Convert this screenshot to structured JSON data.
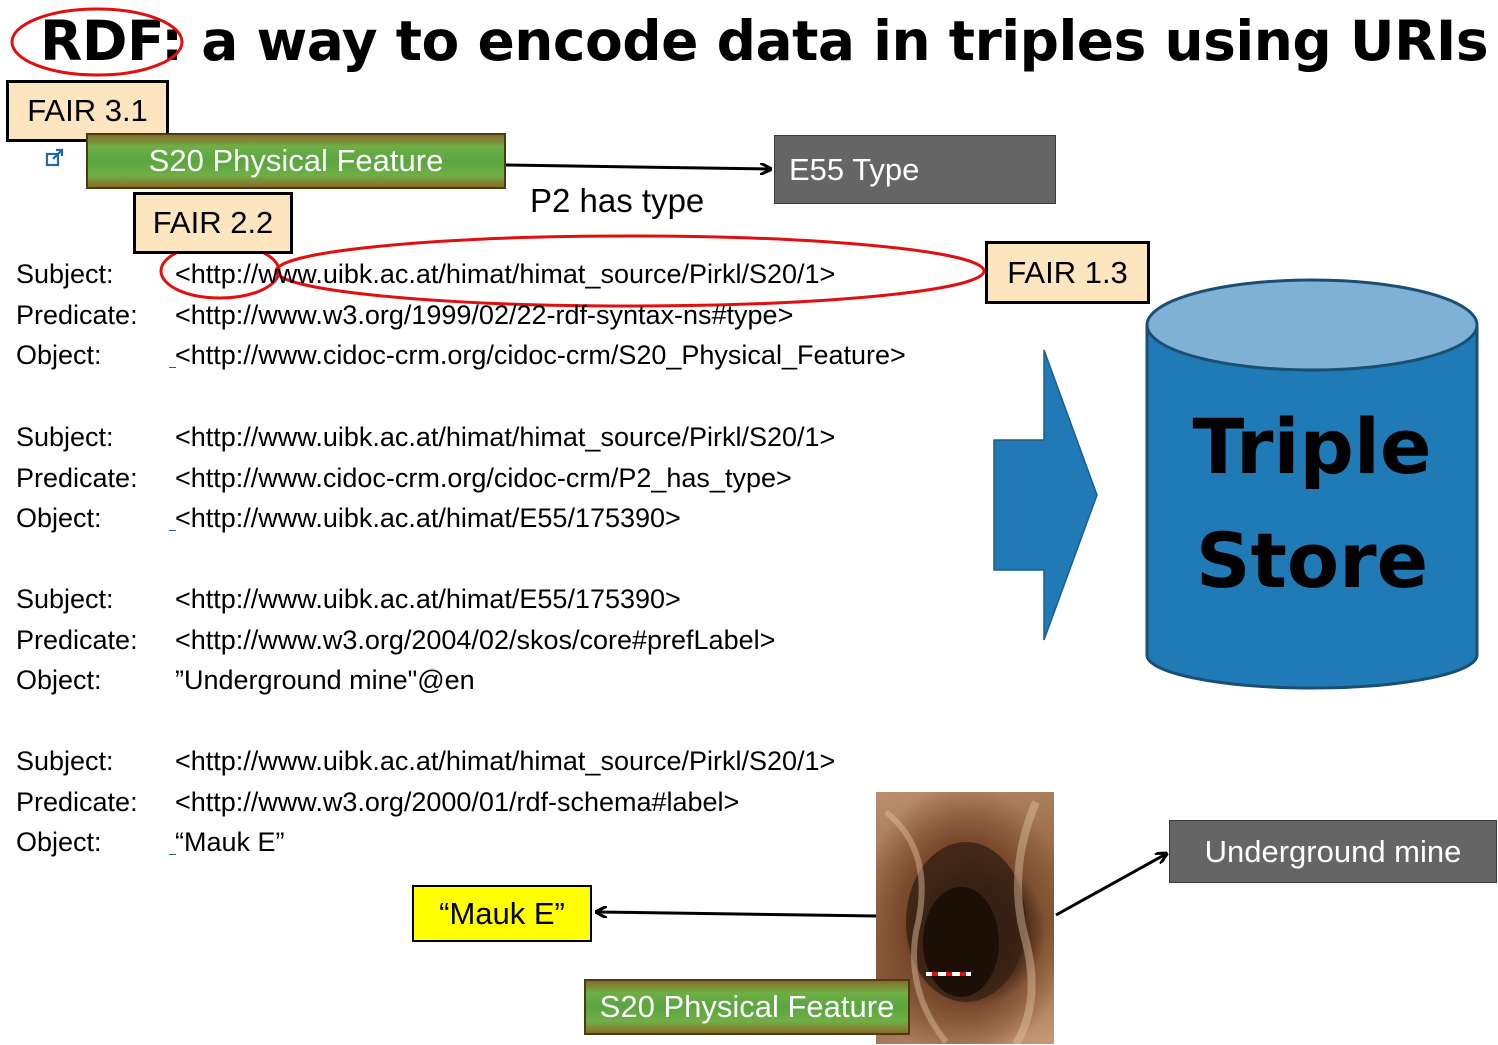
{
  "title": {
    "prefix": "RDF:",
    "rest": " a way to encode data in triples using URIs"
  },
  "fair_labels": {
    "fair_3_1": "FAIR 3.1",
    "fair_2_2": "FAIR 2.2",
    "fair_1_3": "FAIR 1.3"
  },
  "top_diagram": {
    "subject_box": "S20 Physical Feature",
    "object_box": "E55 Type",
    "predicate_label": "P2 has type"
  },
  "triples": [
    {
      "subject_label": "Subject:",
      "subject": "<http://www.uibk.ac.at/himat/himat_source/Pirkl/S20/1>",
      "predicate_label": "Predicate:",
      "predicate": "<http://www.w3.org/1999/02/22-rdf-syntax-ns#type>",
      "object_label": "Object:",
      "object": "<http://www.cidoc-crm.org/cidoc-crm/S20_Physical_Feature>"
    },
    {
      "subject_label": "Subject:",
      "subject": "<http://www.uibk.ac.at/himat/himat_source/Pirkl/S20/1>",
      "predicate_label": "Predicate:",
      "predicate": "<http://www.cidoc-crm.org/cidoc-crm/P2_has_type>",
      "object_label": "Object:",
      "object": "<http://www.uibk.ac.at/himat/E55/175390>"
    },
    {
      "subject_label": "Subject:",
      "subject": "<http://www.uibk.ac.at/himat/E55/175390>",
      "predicate_label": "Predicate:",
      "predicate": "<http://www.w3.org/2004/02/skos/core#prefLabel>",
      "object_label": "Object:",
      "object": "”Underground mine\"@en"
    },
    {
      "subject_label": "Subject:",
      "subject": "<http://www.uibk.ac.at/himat/himat_source/Pirkl/S20/1>",
      "predicate_label": "Predicate:",
      "predicate": "<http://www.w3.org/2000/01/rdf-schema#label>",
      "object_label": "Object:",
      "object": "“Mauk E”"
    }
  ],
  "triple_store": {
    "line1": "Triple",
    "line2": "Store"
  },
  "bottom_diagram": {
    "label_box": "“Mauk E”",
    "feature_box": "S20 Physical Feature",
    "type_box": "Underground mine"
  },
  "colors": {
    "cylinder_body": "#1f7ab5",
    "cylinder_top": "#7fb0d5",
    "arrow_fill": "#2179b6",
    "highlight_ellipse": "#e01010",
    "fair_box": "#fde5c0",
    "label_box": "#ffff00",
    "gray_box": "#656565",
    "green_box": "#5aa640"
  },
  "icons": {
    "external_link": "external-link-icon"
  }
}
